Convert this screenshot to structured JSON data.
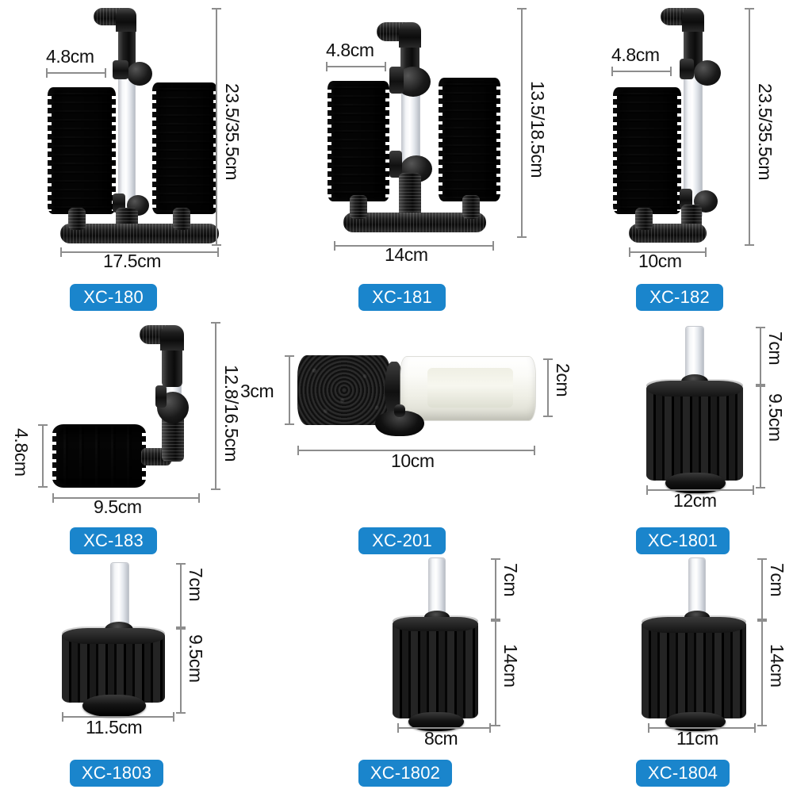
{
  "page": {
    "background": "#ffffff",
    "badge_color": "#1a85cc",
    "dimension_line_color": "#8d8d8d",
    "text_color": "#111111"
  },
  "products": [
    {
      "id": "xc-180",
      "name": "XC-180",
      "dims": {
        "width": "17.5cm",
        "height": "23.5/35.5cm",
        "sponge_width": "4.8cm"
      }
    },
    {
      "id": "xc-181",
      "name": "XC-181",
      "dims": {
        "width": "14cm",
        "height": "13.5/18.5cm",
        "sponge_width": "4.8cm"
      }
    },
    {
      "id": "xc-182",
      "name": "XC-182",
      "dims": {
        "width": "10cm",
        "height": "23.5/35.5cm",
        "sponge_width": "4.8cm"
      }
    },
    {
      "id": "xc-183",
      "name": "XC-183",
      "dims": {
        "width": "9.5cm",
        "height": "12.8/16.5cm",
        "sponge_height": "4.8cm"
      }
    },
    {
      "id": "xc-201",
      "name": "XC-201",
      "dims": {
        "length": "10cm",
        "sponge_height": "3cm",
        "barrel_height": "2cm"
      }
    },
    {
      "id": "xc-1801",
      "name": "XC-1801",
      "dims": {
        "width": "12cm",
        "tube_height": "7cm",
        "body_height": "9.5cm"
      }
    },
    {
      "id": "xc-1803",
      "name": "XC-1803",
      "dims": {
        "width": "11.5cm",
        "tube_height": "7cm",
        "body_height": "9.5cm"
      }
    },
    {
      "id": "xc-1802",
      "name": "XC-1802",
      "dims": {
        "width": "8cm",
        "tube_height": "7cm",
        "body_height": "14cm"
      }
    },
    {
      "id": "xc-1804",
      "name": "XC-1804",
      "dims": {
        "width": "11cm",
        "tube_height": "7cm",
        "body_height": "14cm"
      }
    }
  ]
}
